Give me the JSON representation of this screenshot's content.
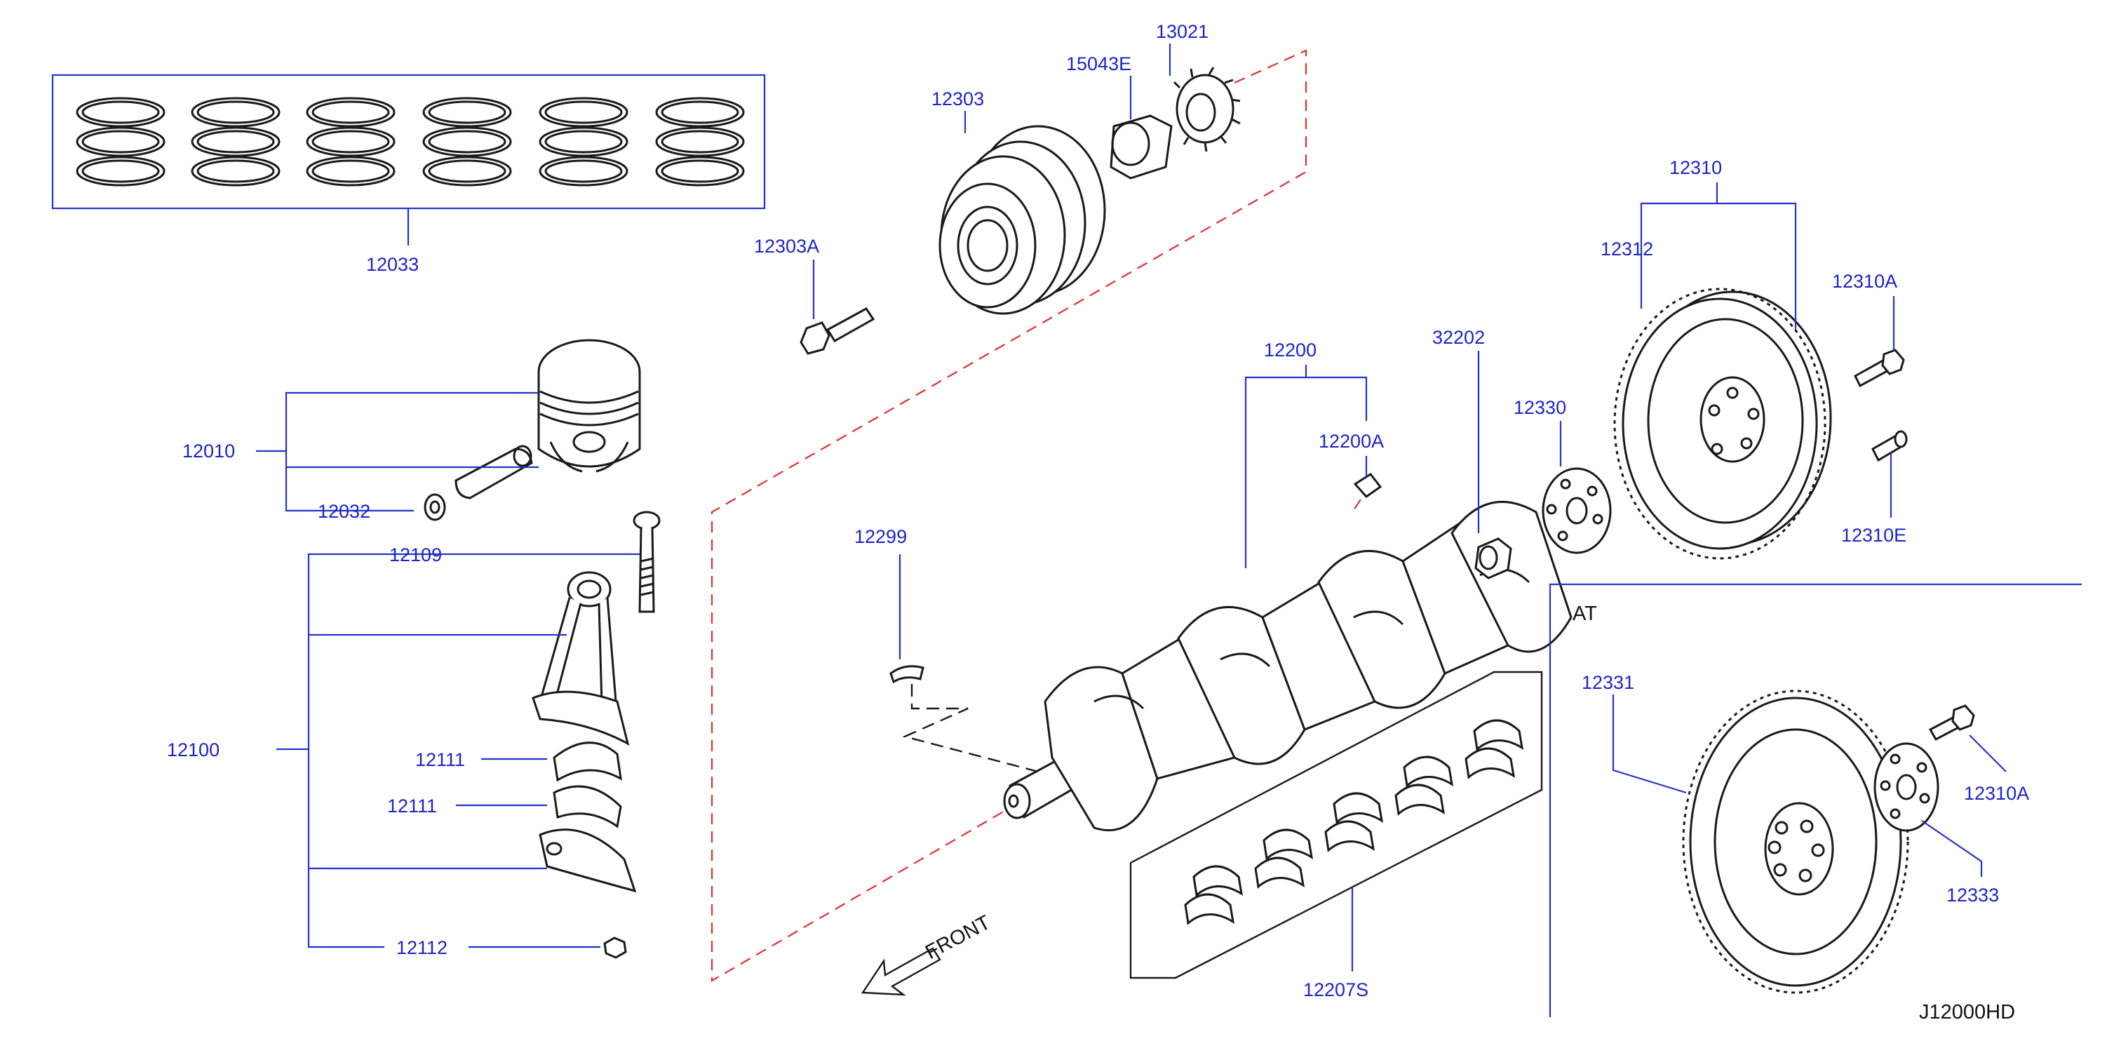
{
  "diagram_code": "J12000HD",
  "at_section_label": "AT",
  "front_label": "FRONT",
  "part_numbers": {
    "piston_ring_set": "12033",
    "crank_pulley": "12303",
    "pulley_bolt": "12303A",
    "collar": "15043E",
    "sprocket": "13021",
    "piston": "12010",
    "piston_pin": "12032",
    "conrod_bolt": "12109",
    "conrod_assembly": "12100",
    "conrod_bearing_upper": "12111",
    "conrod_bearing_lower": "12111",
    "conrod_nut": "12112",
    "crankshaft_assembly": "12200",
    "crankshaft_plug": "12200A",
    "crankshaft_key": "12299",
    "pilot_bushing": "32202",
    "reinforcement_plate": "12330",
    "flywheel_assembly": "12310",
    "flywheel": "12312",
    "flywheel_bolt": "12310A",
    "dowel_pin": "12310E",
    "main_bearing_set": "12207S",
    "drive_plate": "12331",
    "drive_plate_bolt": "12310A",
    "drive_plate_reinforcement": "12333"
  }
}
